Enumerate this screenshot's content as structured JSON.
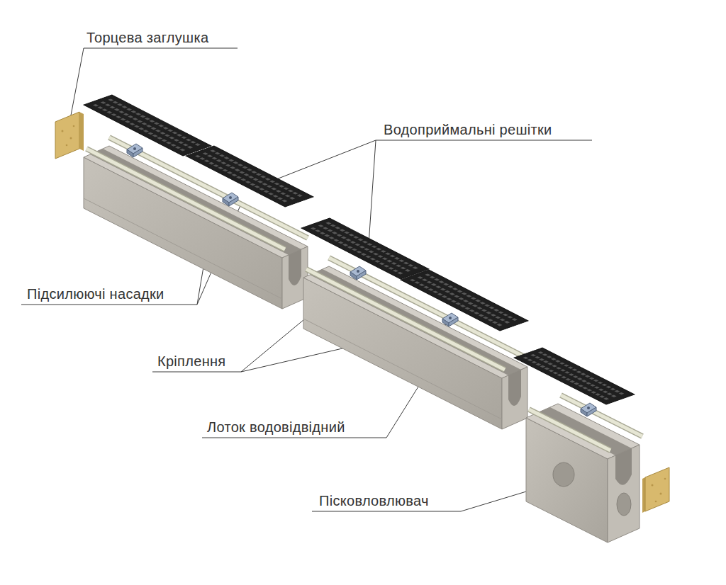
{
  "diagram": {
    "labels": [
      "Торцева заглушка",
      "Водоприймальні решітки",
      "Підсилюючі насадки",
      "Кріплення",
      "Лоток водовідвідний",
      "Пісковловлювач"
    ]
  }
}
